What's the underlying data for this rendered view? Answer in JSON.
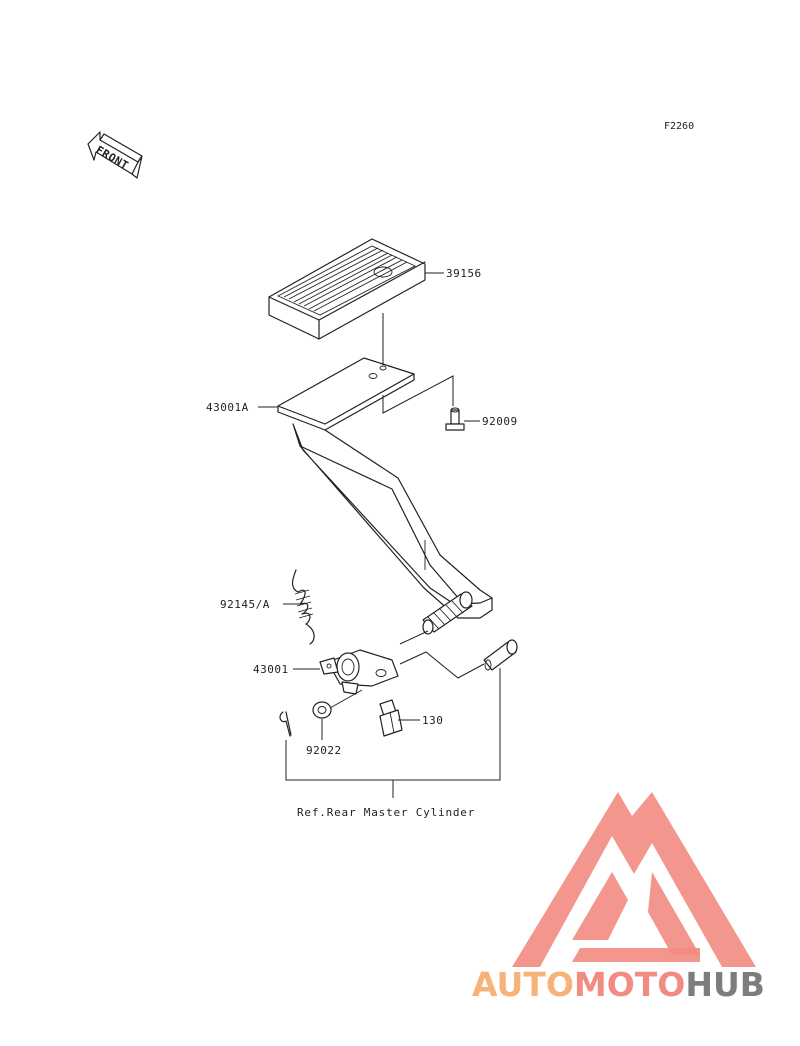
{
  "figure_code": "F2260",
  "front_label": "FRONT",
  "parts": {
    "p39156": "39156",
    "p43001A": "43001A",
    "p92009": "92009",
    "p92145A": "92145/A",
    "p43001": "43001",
    "p130": "130",
    "p92022": "92022"
  },
  "reference_note": "Ref.Rear Master Cylinder",
  "watermark": {
    "part1": "AUTO",
    "part2": "MOTO",
    "part3": "HUB",
    "colors": {
      "auto": "#f7b27a",
      "moto": "#f28b82",
      "hub": "#7d7d7d",
      "logo": "#f28b82"
    }
  }
}
